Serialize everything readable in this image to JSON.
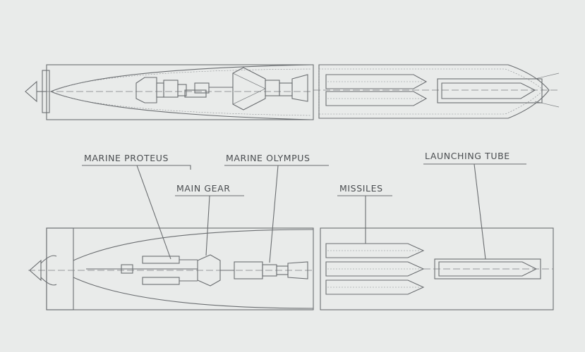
{
  "labels": {
    "marine_proteus": "MARINE PROTEUS",
    "marine_olympus": "MARINE OLYMPUS",
    "main_gear": "MAIN GEAR",
    "missiles": "MISSILES",
    "launching_tube": "LAUNCHING TUBE"
  },
  "colors": {
    "paper": "#e9ebea",
    "ink": "#6a6d70",
    "text": "#4a4d50"
  }
}
